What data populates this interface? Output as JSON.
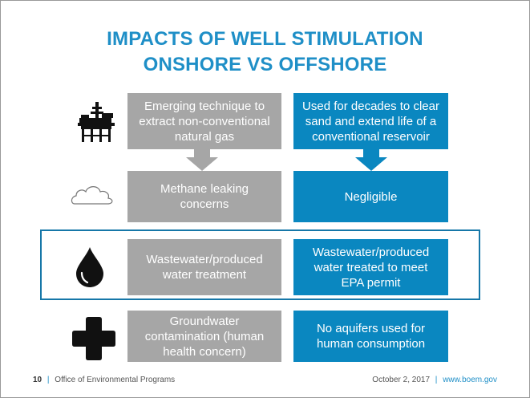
{
  "title": {
    "line1": "IMPACTS OF WELL STIMULATION",
    "line2": "ONSHORE VS OFFSHORE"
  },
  "rows": [
    {
      "icon": "offshore-platform-icon",
      "onshore": "Emerging technique to extract non-conventional natural gas",
      "offshore": "Used for decades to clear sand and extend life of a conventional reservoir"
    },
    {
      "icon": "cloud-icon",
      "onshore": "Methane leaking concerns",
      "offshore": "Negligible"
    },
    {
      "icon": "water-drop-icon",
      "onshore": "Wastewater/produced water treatment",
      "offshore": "Wastewater/produced water treated to meet EPA permit"
    },
    {
      "icon": "health-cross-icon",
      "onshore": "Groundwater contamination (human health concern)",
      "offshore": "No aquifers used for human consumption"
    }
  ],
  "colors": {
    "title": "#1f8fc7",
    "onshore_box": "#a6a6a6",
    "offshore_box": "#0a87c0",
    "highlight_border": "#1677a8"
  },
  "footer": {
    "page_number": "10",
    "office": "Office of Environmental Programs",
    "date": "October 2, 2017",
    "url": "www.boem.gov",
    "separator": "|"
  }
}
